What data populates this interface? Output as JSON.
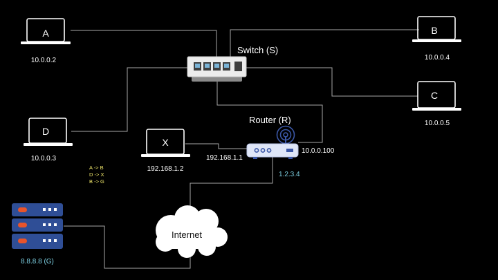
{
  "laptops": {
    "a": {
      "name": "A",
      "ip": "10.0.0.2"
    },
    "b": {
      "name": "B",
      "ip": "10.0.0.4"
    },
    "c": {
      "name": "C",
      "ip": "10.0.0.5"
    },
    "d": {
      "name": "D",
      "ip": "10.0.0.3"
    },
    "x": {
      "name": "X",
      "ip": "192.168.1.2"
    }
  },
  "switch": {
    "label": "Switch (S)"
  },
  "router": {
    "label": "Router (R)",
    "lan_ip": "10.0.0.100",
    "inner_ip": "192.168.1.1",
    "wan_ip": "1.2.3.4"
  },
  "internet": {
    "label": "Internet"
  },
  "server": {
    "label": "8.8.8.8 (G)"
  },
  "flows": [
    "A -> B",
    "D -> X",
    "B -> G"
  ],
  "colors": {
    "background": "#000000",
    "wire": "#a9a9a9",
    "ip_highlight": "#7fd3e6",
    "flow_text": "#f2e86b",
    "server_blue": "#2f4e96",
    "server_led": "#e8542b",
    "router_body": "#dfe6f7",
    "router_port": "#3b57a6"
  }
}
